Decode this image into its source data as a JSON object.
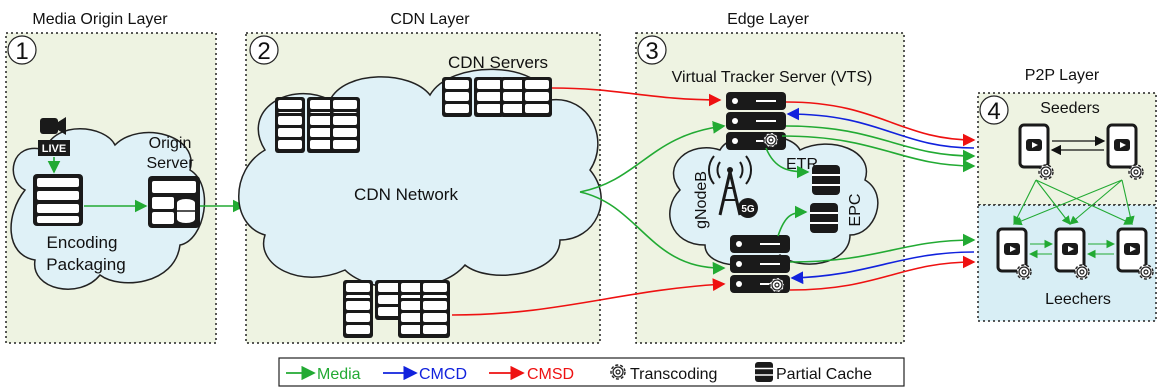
{
  "layers": {
    "origin": {
      "title": "Media Origin Layer",
      "number": "1"
    },
    "cdn": {
      "title": "CDN Layer",
      "number": "2"
    },
    "edge": {
      "title": "Edge Layer",
      "number": "3"
    },
    "p2p": {
      "title": "P2P Layer",
      "number": "4"
    }
  },
  "origin": {
    "live_badge": "LIVE",
    "server_label_1": "Origin",
    "server_label_2": "Server",
    "encoding_label": "Encoding",
    "packaging_label": "Packaging"
  },
  "cdn": {
    "servers_label": "CDN Servers",
    "network_label": "CDN Network"
  },
  "edge": {
    "vts_label": "Virtual Tracker Server (VTS)",
    "etr_label": "ETR",
    "gnodeb_label": "gNodeB",
    "fiveg_label": "5G",
    "epc_label": "EPC"
  },
  "p2p": {
    "seeders_label": "Seeders",
    "leechers_label": "Leechers"
  },
  "legend": {
    "media": "Media",
    "cmcd": "CMCD",
    "cmsd": "CMSD",
    "transcoding": "Transcoding",
    "partial_cache": "Partial Cache"
  },
  "colors": {
    "media": "#22aa33",
    "cmcd": "#1122dd",
    "cmsd": "#ee1111",
    "layer_bg": "#eef3e2",
    "cloud_bg": "#dff1f7",
    "p2p_bg": "#e3f3f7",
    "leech_bg": "#d4edf4"
  }
}
